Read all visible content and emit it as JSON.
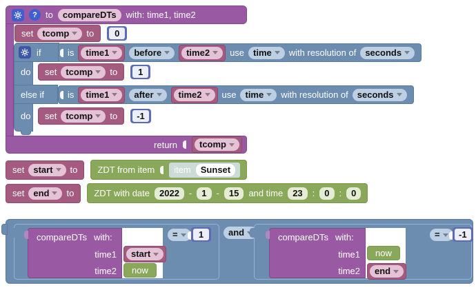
{
  "colors": {
    "procedure_purple": "#9a5aa3",
    "variable_mauve": "#a55b80",
    "logic_blue": "#6c8cb0",
    "math_blue": "#5d6bb4",
    "datetime_green": "#8aa85a",
    "item_teal": "#cddbd7",
    "icon_blue": "#3f5fd0",
    "workspace_bg": "#ffffff"
  },
  "labels": {
    "to": "to",
    "set": "set",
    "if": "if",
    "else_if": "else if",
    "do": "do",
    "is": "is",
    "use": "use",
    "with_resolution_of": "with resolution of",
    "return": "return",
    "and_time": "and time",
    "dash": "-",
    "colon": ":",
    "help": "?",
    "time1": "time1",
    "time2": "time2",
    "with": "with:"
  },
  "procedure": {
    "name": "compareDTs",
    "params": "with: time1, time2",
    "init": {
      "var": "tcomp",
      "value": "0"
    },
    "branch1": {
      "a": "time1",
      "op": "before",
      "b": "time2",
      "kind": "time",
      "resolution": "seconds",
      "set_var": "tcomp",
      "set_value": "1"
    },
    "branch2": {
      "a": "time1",
      "op": "after",
      "b": "time2",
      "kind": "time",
      "resolution": "seconds",
      "set_var": "tcomp",
      "set_value": "-1"
    },
    "return_var": "tcomp"
  },
  "set_start": {
    "var": "start",
    "fn": "ZDT from item",
    "item_label": "item",
    "item_name": "Sunset"
  },
  "set_end": {
    "var": "end",
    "fn": "ZDT with date",
    "year": "2022",
    "month": "1",
    "day": "15",
    "hour": "23",
    "minute": "0",
    "second": "0"
  },
  "condition": {
    "combinator": "and",
    "left": {
      "fn": "compareDTs",
      "with_label": "with:",
      "arg1_label": "time1",
      "arg1": "start",
      "arg2_label": "time2",
      "arg2": "now",
      "op": "=",
      "compare_value": "1"
    },
    "right": {
      "fn": "compareDTs",
      "with_label": "with:",
      "arg1_label": "time1",
      "arg1": "now",
      "arg2_label": "time2",
      "arg2": "end",
      "op": "=",
      "compare_value": "-1"
    }
  }
}
